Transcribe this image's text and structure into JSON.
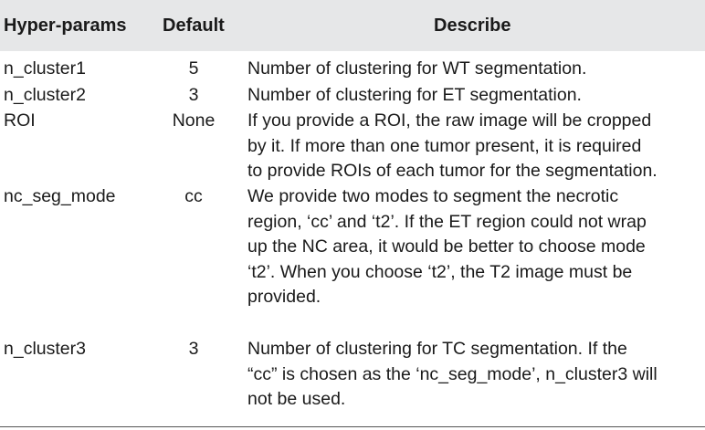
{
  "table": {
    "headers": {
      "param": "Hyper-params",
      "default": "Default",
      "describe": "Describe"
    },
    "rows": [
      {
        "param": "n_cluster1",
        "default": "5",
        "describe": [
          "Number of clustering for WT segmentation."
        ]
      },
      {
        "param": "n_cluster2",
        "default": "3",
        "describe": [
          "Number of clustering for ET segmentation."
        ]
      },
      {
        "param": "ROI",
        "default": "None",
        "describe": [
          "If you provide a ROI, the raw image will be cropped",
          "by it. If more than one tumor present, it is required",
          "to provide ROIs of each tumor for the segmentation."
        ]
      },
      {
        "param": "nc_seg_mode",
        "default": "cc",
        "describe": [
          "We provide two modes to segment the necrotic",
          "region, ‘cc’ and ‘t2’. If the ET region could not wrap",
          "up the NC area, it would be better to choose mode",
          "‘t2’. When you choose ‘t2’, the T2 image must be",
          "provided."
        ]
      },
      {
        "param": "n_cluster3",
        "default": "3",
        "describe": [
          "Number of clustering for TC segmentation. If the",
          "“cc” is chosen as the ‘nc_seg_mode’, n_cluster3 will",
          "not be used."
        ]
      }
    ]
  }
}
